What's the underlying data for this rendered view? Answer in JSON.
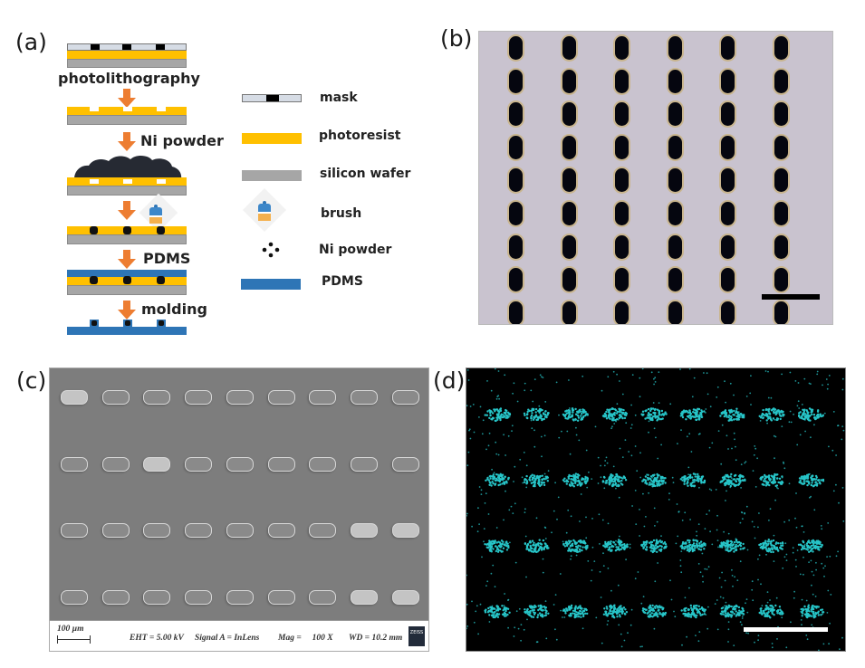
{
  "panels": {
    "a": {
      "label": "(a)",
      "steps": [
        "photolithography",
        "Ni powder",
        "PDMS",
        "molding"
      ],
      "legend": [
        {
          "name": "mask",
          "icon": "mask-swatch"
        },
        {
          "name": "photoresist",
          "icon": "photoresist-swatch",
          "color": "#ffc000"
        },
        {
          "name": "silicon wafer",
          "icon": "silicon-wafer-swatch",
          "color": "#a6a6a6"
        },
        {
          "name": "brush",
          "icon": "brush-icon"
        },
        {
          "name": "Ni powder",
          "icon": "ni-powder-icon"
        },
        {
          "name": "PDMS",
          "icon": "pdms-swatch",
          "color": "#2e75b6"
        }
      ],
      "colors": {
        "arrow": "#ed7d31",
        "powder": "#262a33"
      }
    },
    "b": {
      "label": "(b)",
      "columns": 6,
      "rows": 9
    },
    "c": {
      "label": "(c)",
      "columns": 9,
      "rows": 4,
      "scale_bar": "100 µm",
      "eht": "EHT =  5.00 kV",
      "signal": "Signal A = InLens",
      "mag": "Mag =     100 X",
      "wd": "WD = 10.2 mm",
      "logo": "ZEISS"
    },
    "d": {
      "label": "(d)",
      "columns": 9,
      "rows": 4,
      "dot_color": "#27c5c8"
    }
  }
}
